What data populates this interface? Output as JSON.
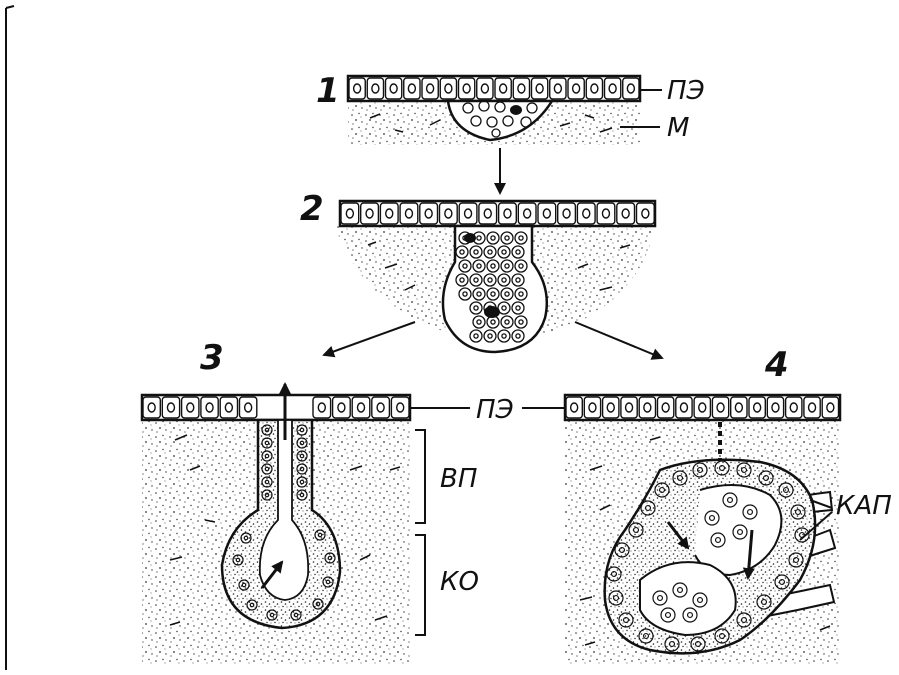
{
  "stages": [
    {
      "id": "stage-1",
      "number": "1"
    },
    {
      "id": "stage-2",
      "number": "2"
    },
    {
      "id": "stage-3",
      "number": "3"
    },
    {
      "id": "stage-4",
      "number": "4"
    }
  ],
  "labels": {
    "pe_top": "ПЭ",
    "m": "М",
    "pe_bottom": "ПЭ",
    "vp": "ВП",
    "ko": "КО",
    "kap": "КАП"
  },
  "colors": {
    "ink": "#111111",
    "background": "#ffffff"
  }
}
